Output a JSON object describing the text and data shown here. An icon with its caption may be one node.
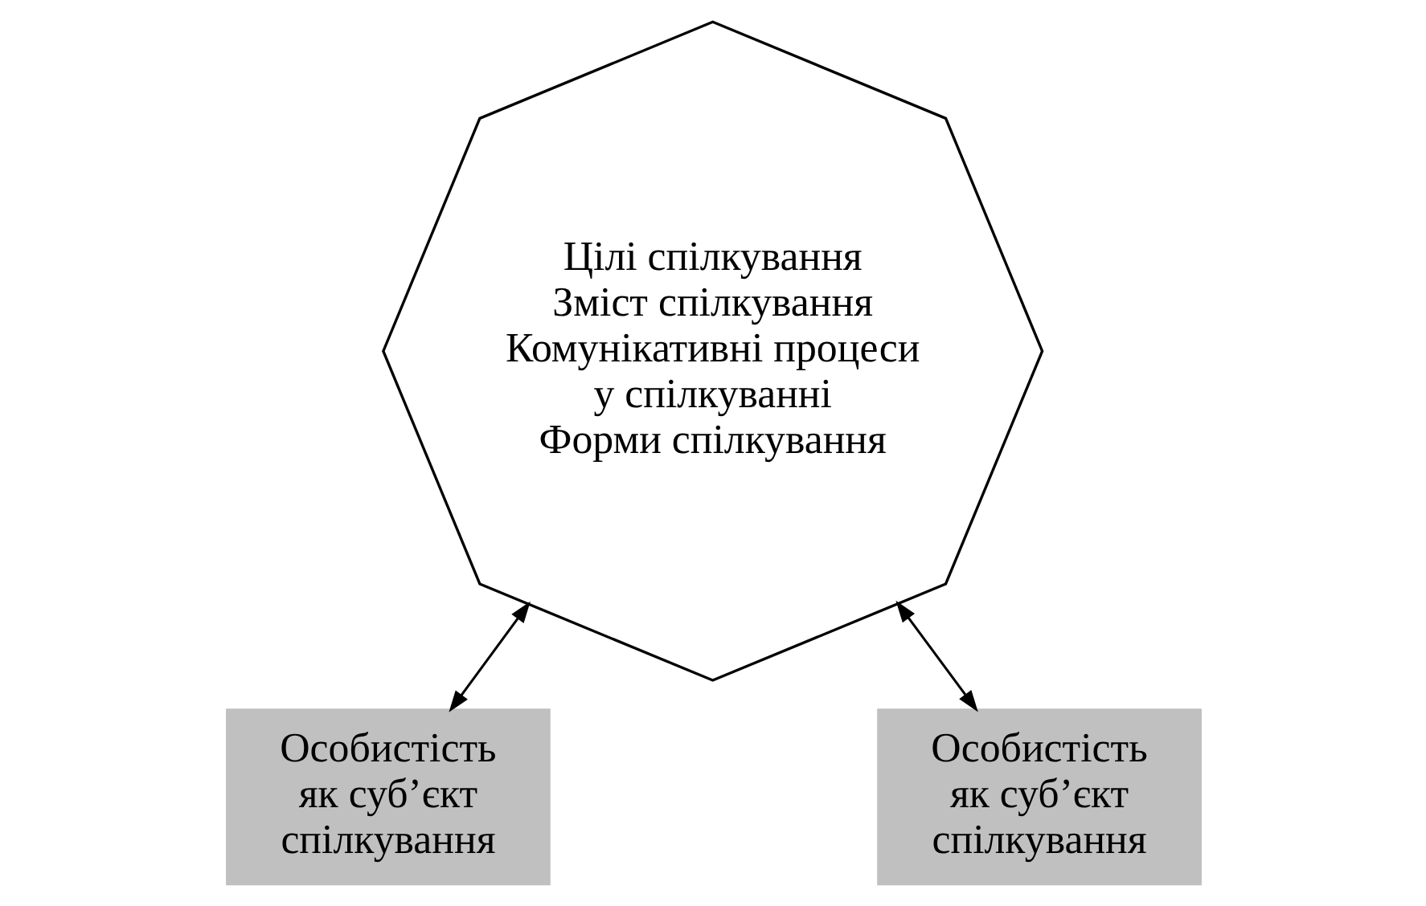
{
  "diagram": {
    "nodes": [
      {
        "text": [
          "Цілі спілкування",
          "Зміст спілкування",
          "Комунікативні процеси у спілкуванні",
          "Форми спілкування"
        ]
      },
      {
        "text": [
          "Особистість як суб’єкт спілкування"
        ]
      },
      {
        "text": [
          "Особистість як суб’єкт спілкування"
        ]
      }
    ],
    "edges": [
      {
        "from": 0,
        "to": 1,
        "arrow": "both"
      },
      {
        "from": 0,
        "to": 2,
        "arrow": "both"
      }
    ]
  }
}
